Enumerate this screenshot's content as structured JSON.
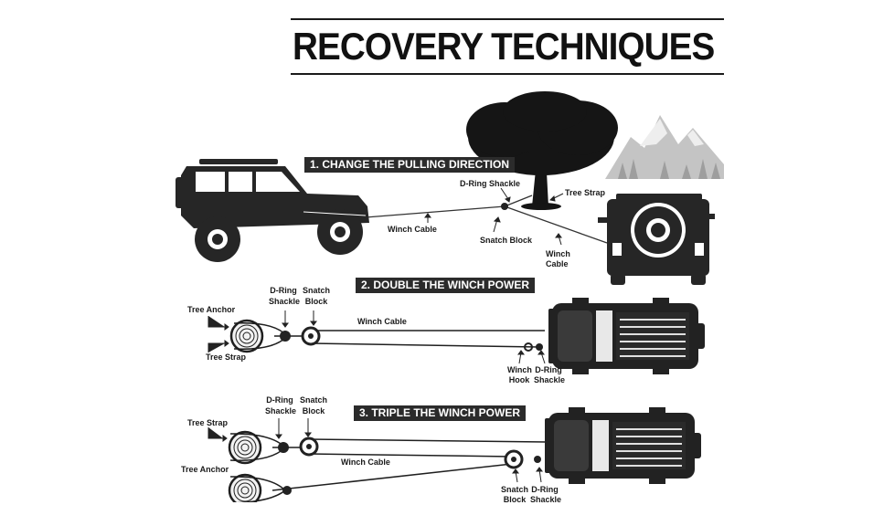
{
  "title": "RECOVERY TECHNIQUES",
  "sections": [
    {
      "heading": "1. CHANGE THE PULLING DIRECTION",
      "labels": {
        "d_ring_shackle": "D-Ring Shackle",
        "tree_strap": "Tree Strap",
        "winch_cable_a": "Winch Cable",
        "snatch_block": "Snatch Block",
        "winch_cable_b1": "Winch",
        "winch_cable_b2": "Cable"
      }
    },
    {
      "heading": "2. DOUBLE THE WINCH POWER",
      "labels": {
        "tree_anchor": "Tree Anchor",
        "tree_strap": "Tree Strap",
        "d_ring_1": "D-Ring",
        "d_ring_2": "Shackle",
        "snatch_1": "Snatch",
        "snatch_2": "Block",
        "winch_cable": "Winch Cable",
        "hook_1": "Winch",
        "hook_2": "Hook",
        "d_ring_b1": "D-Ring",
        "d_ring_b2": "Shackle"
      }
    },
    {
      "heading": "3. TRIPLE THE WINCH POWER",
      "labels": {
        "tree_strap": "Tree Strap",
        "tree_anchor": "Tree Anchor",
        "d_ring_1": "D-Ring",
        "d_ring_2": "Shackle",
        "snatch_1": "Snatch",
        "snatch_2": "Block",
        "winch_cable": "Winch Cable",
        "snatch_b1": "Snatch",
        "snatch_b2": "Block",
        "d_ring_b1": "D-Ring",
        "d_ring_b2": "Shackle"
      }
    }
  ],
  "colors": {
    "ink": "#1f1f1f",
    "banner": "#2b2b2b",
    "mountain": "#bdbdbd"
  }
}
